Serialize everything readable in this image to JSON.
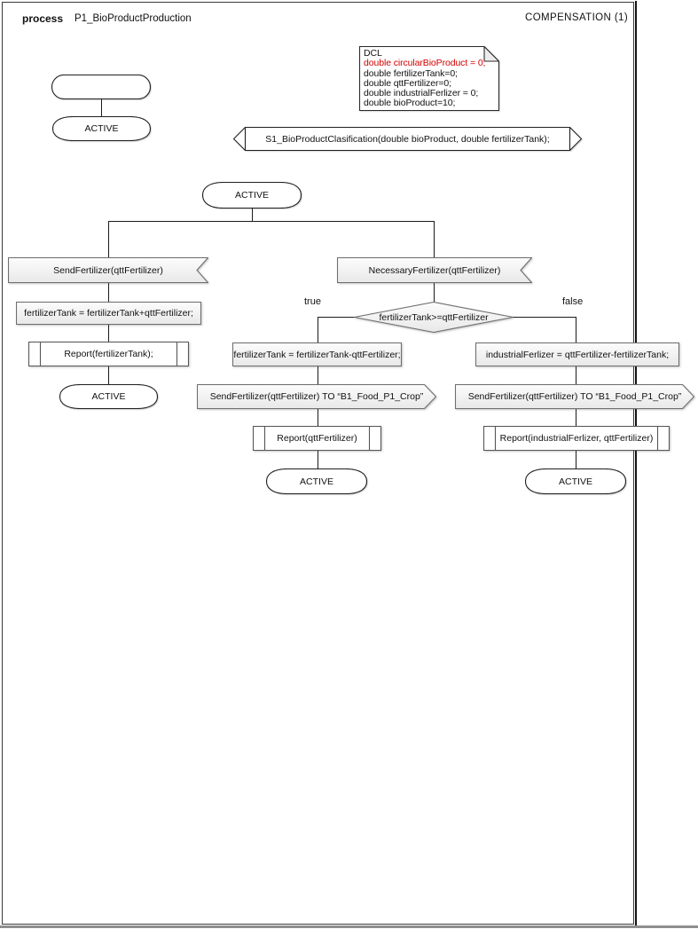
{
  "header": {
    "kind_label": "process",
    "process_name": "P1_BioProductProduction",
    "page_label": "COMPENSATION (1)"
  },
  "declarations": {
    "title": "DCL",
    "highlight_line": "double circularBioProduct = 0;",
    "lines": [
      "double fertilizerTank=0;",
      "double qttFertilizer=0;",
      "double industrialFerlizer = 0;",
      "double bioProduct=10;"
    ]
  },
  "signature": {
    "procedure_declaration": "S1_BioProductClasification(double bioProduct, double fertilizerTank);"
  },
  "diagram": {
    "start_state": "ACTIVE",
    "main_state": "ACTIVE",
    "left_branch": {
      "input": "SendFertilizer(qttFertilizer)",
      "task": "fertilizerTank = fertilizerTank+qttFertilizer;",
      "procedure": "Report(fertilizerTank);",
      "next_state": "ACTIVE"
    },
    "right_branch": {
      "input": "NecessaryFertilizer(qttFertilizer)",
      "decision": "fertilizerTank>=qttFertilizer",
      "true_label": "true",
      "false_label": "false",
      "true_path": {
        "task": "fertilizerTank = fertilizerTank-qttFertilizer;",
        "output": "SendFertilizer(qttFertilizer) TO “B1_Food_P1_Crop”",
        "procedure": "Report(qttFertilizer)",
        "next_state": "ACTIVE"
      },
      "false_path": {
        "task": "industrialFerlizer = qttFertilizer-fertilizerTank;",
        "output": "SendFertilizer(qttFertilizer) TO “B1_Food_P1_Crop”",
        "procedure": "Report(industrialFerlizer, qttFertilizer)",
        "next_state": "ACTIVE"
      }
    }
  },
  "colors": {
    "declaration_highlight": "#d40000",
    "shape_fill_top": "#fcfcfc",
    "shape_fill_bottom": "#e8e8e8",
    "frame_border": "#3a3a3a"
  }
}
